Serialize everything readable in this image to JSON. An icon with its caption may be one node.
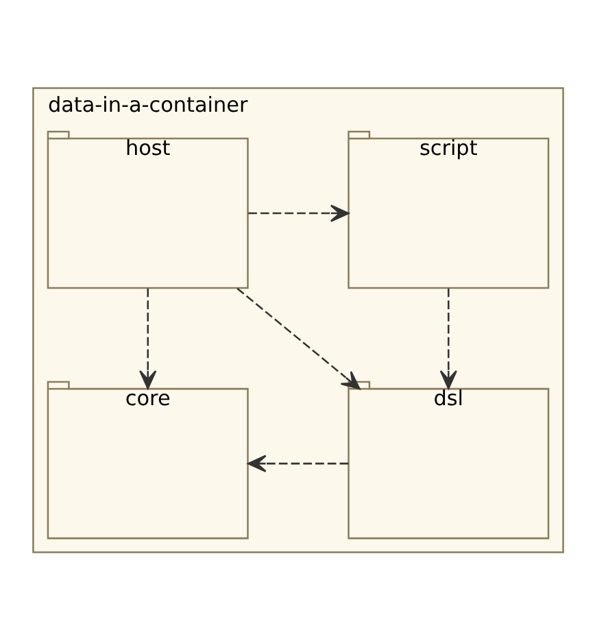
{
  "diagram": {
    "nodes": [
      {
        "text": [
          "data-in-a-container"
        ]
      },
      {
        "text": [
          "dsl"
        ],
        "in": 0
      },
      {
        "text": [
          "core"
        ],
        "in": 0
      },
      {
        "text": [
          "script"
        ],
        "in": 0
      },
      {
        "text": [
          "host"
        ],
        "in": 0
      }
    ],
    "edges": [
      {
        "from": 1,
        "to": 2,
        "arrow": "to",
        "style": "dashed"
      },
      {
        "from": 3,
        "to": 1,
        "arrow": "to",
        "style": "dashed"
      },
      {
        "from": 4,
        "to": 1,
        "arrow": "to",
        "style": "dashed"
      },
      {
        "from": 4,
        "to": 2,
        "arrow": "to",
        "style": "dashed"
      },
      {
        "from": 4,
        "to": 3,
        "arrow": "to",
        "style": "dashed"
      }
    ]
  }
}
